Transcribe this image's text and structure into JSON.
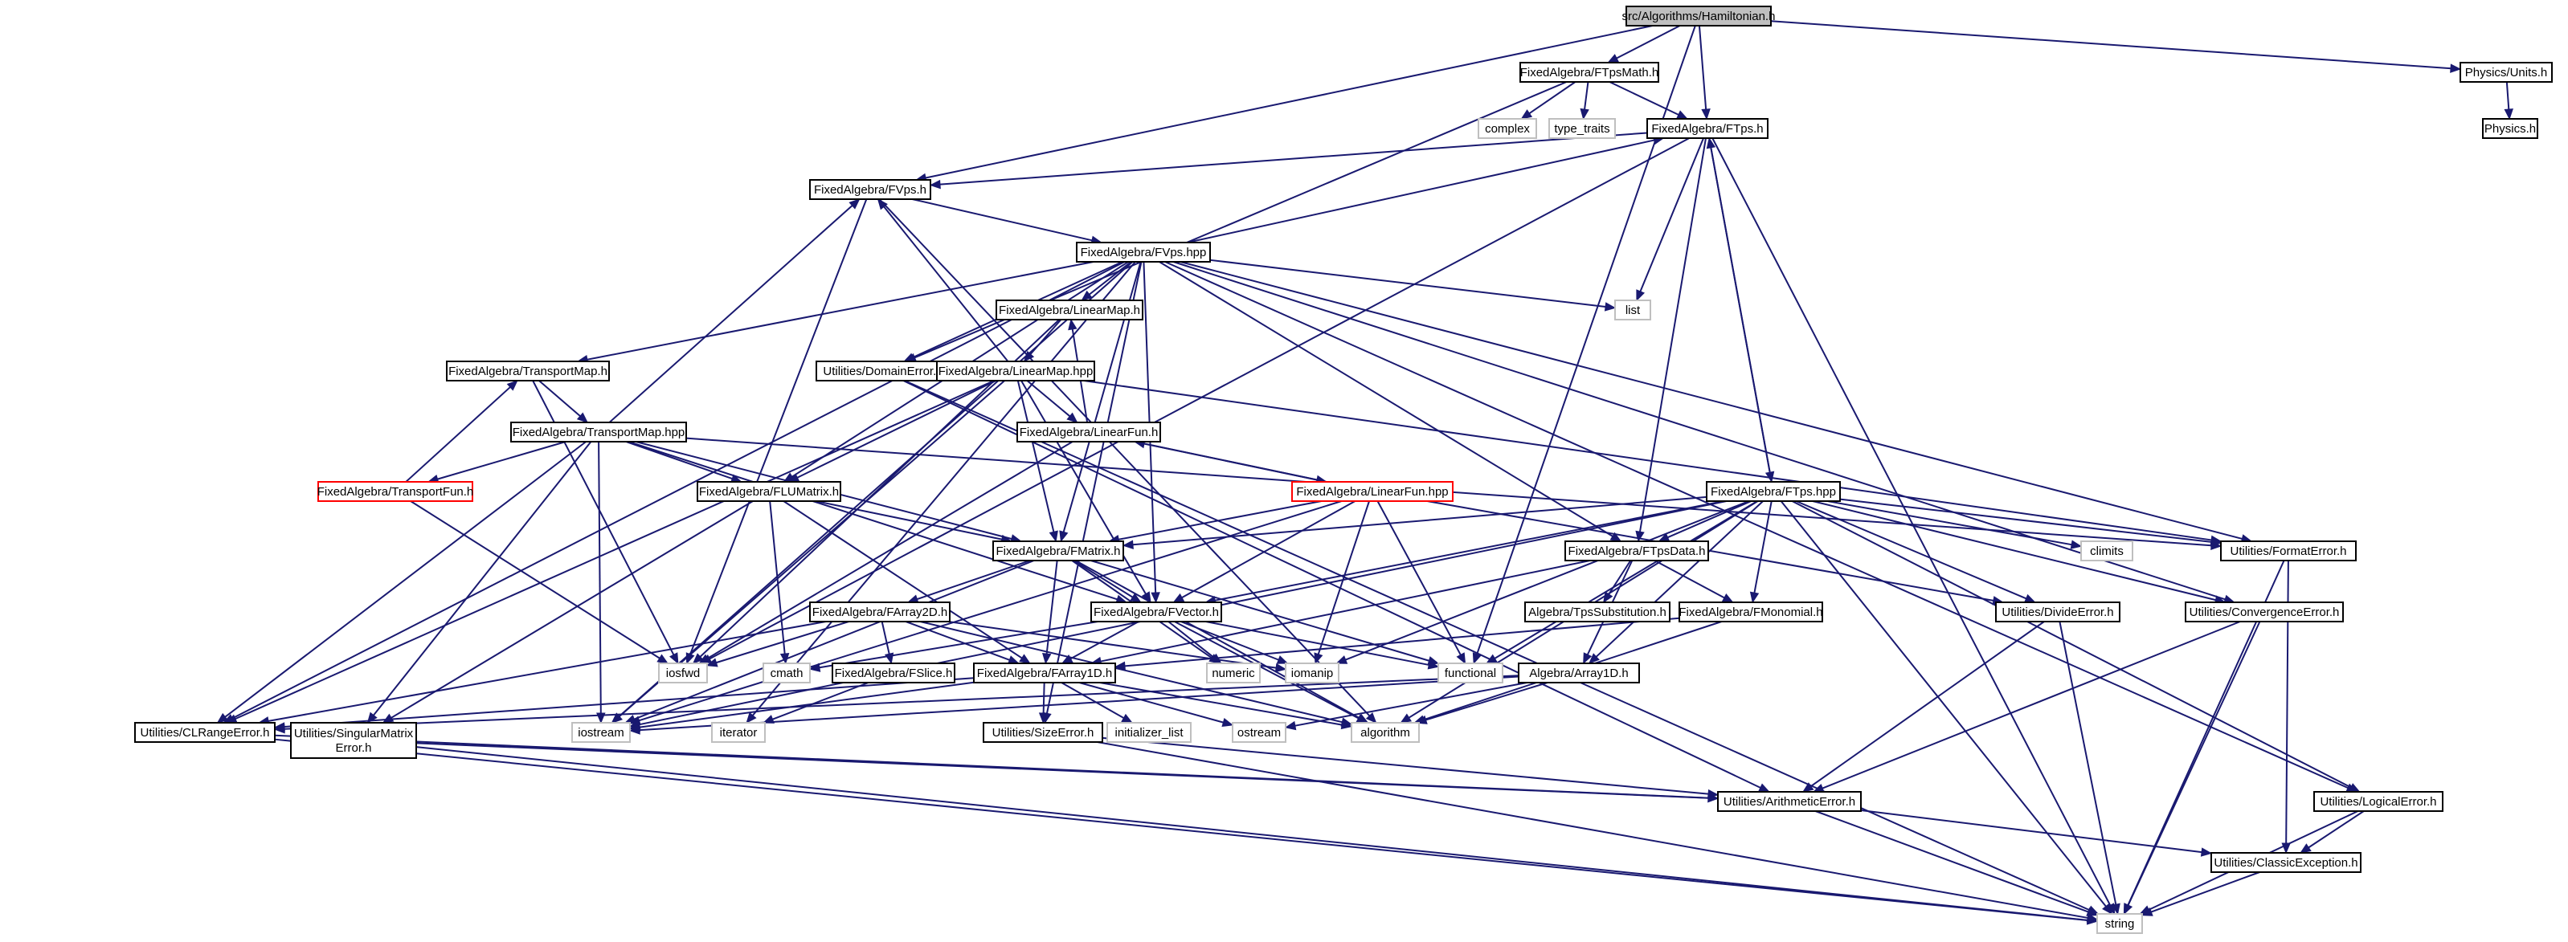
{
  "title": "",
  "colors": {
    "edge": "#191970",
    "node_border": "#000000",
    "node_border_external": "#bfbfbf",
    "node_border_truncated": "#ff0000",
    "root_fill": "#bfbfbf",
    "node_fill": "#ffffff",
    "text": "#000000"
  },
  "nodes": [
    {
      "id": "hamiltonian",
      "label": "src/Algorithms/Hamiltonian.h",
      "kind": "root"
    },
    {
      "id": "ftpsmath",
      "label": "FixedAlgebra/FTpsMath.h",
      "kind": "file"
    },
    {
      "id": "units",
      "label": "Physics/Units.h",
      "kind": "file"
    },
    {
      "id": "complex",
      "label": "complex",
      "kind": "external"
    },
    {
      "id": "type_traits",
      "label": "type_traits",
      "kind": "external"
    },
    {
      "id": "ftps_h",
      "label": "FixedAlgebra/FTps.h",
      "kind": "file"
    },
    {
      "id": "physics",
      "label": "Physics.h",
      "kind": "file"
    },
    {
      "id": "fvps_h",
      "label": "FixedAlgebra/FVps.h",
      "kind": "file"
    },
    {
      "id": "fvps_hpp",
      "label": "FixedAlgebra/FVps.hpp",
      "kind": "file"
    },
    {
      "id": "list",
      "label": "list",
      "kind": "external"
    },
    {
      "id": "linearmap_h",
      "label": "FixedAlgebra/LinearMap.h",
      "kind": "file"
    },
    {
      "id": "domainerror",
      "label": "Utilities/DomainError.h",
      "kind": "file"
    },
    {
      "id": "transportmap_h",
      "label": "FixedAlgebra/TransportMap.h",
      "kind": "file"
    },
    {
      "id": "linearmap_hpp",
      "label": "FixedAlgebra/LinearMap.hpp",
      "kind": "file"
    },
    {
      "id": "transportmap_hpp",
      "label": "FixedAlgebra/TransportMap.hpp",
      "kind": "file"
    },
    {
      "id": "linearfun_h",
      "label": "FixedAlgebra/LinearFun.h",
      "kind": "file"
    },
    {
      "id": "transportfun",
      "label": "FixedAlgebra/TransportFun.h",
      "kind": "truncated"
    },
    {
      "id": "flumatrix",
      "label": "FixedAlgebra/FLUMatrix.h",
      "kind": "file"
    },
    {
      "id": "linearfun_hpp",
      "label": "FixedAlgebra/LinearFun.hpp",
      "kind": "truncated"
    },
    {
      "id": "ftps_hpp",
      "label": "FixedAlgebra/FTps.hpp",
      "kind": "file"
    },
    {
      "id": "fmatrix",
      "label": "FixedAlgebra/FMatrix.h",
      "kind": "file"
    },
    {
      "id": "ftpsdata",
      "label": "FixedAlgebra/FTpsData.h",
      "kind": "file"
    },
    {
      "id": "climits",
      "label": "climits",
      "kind": "external"
    },
    {
      "id": "formaterror",
      "label": "Utilities/FormatError.h",
      "kind": "file"
    },
    {
      "id": "farray2d",
      "label": "FixedAlgebra/FArray2D.h",
      "kind": "file"
    },
    {
      "id": "fvector",
      "label": "FixedAlgebra/FVector.h",
      "kind": "file"
    },
    {
      "id": "tpssubst",
      "label": "Algebra/TpsSubstitution.h",
      "kind": "file"
    },
    {
      "id": "fmonomial",
      "label": "FixedAlgebra/FMonomial.h",
      "kind": "file"
    },
    {
      "id": "divideerror",
      "label": "Utilities/DivideError.h",
      "kind": "file"
    },
    {
      "id": "convergenceerror",
      "label": "Utilities/ConvergenceError.h",
      "kind": "file"
    },
    {
      "id": "iosfwd",
      "label": "iosfwd",
      "kind": "external"
    },
    {
      "id": "cmath",
      "label": "cmath",
      "kind": "external"
    },
    {
      "id": "fslice",
      "label": "FixedAlgebra/FSlice.h",
      "kind": "file"
    },
    {
      "id": "numeric",
      "label": "numeric",
      "kind": "external"
    },
    {
      "id": "iomanip",
      "label": "iomanip",
      "kind": "external"
    },
    {
      "id": "functional",
      "label": "functional",
      "kind": "external"
    },
    {
      "id": "array1d",
      "label": "Algebra/Array1D.h",
      "kind": "file"
    },
    {
      "id": "farray1d",
      "label": "FixedAlgebra/FArray1D.h",
      "kind": "file"
    },
    {
      "id": "iostream",
      "label": "iostream",
      "kind": "external"
    },
    {
      "id": "clrangeerror",
      "label": "Utilities/CLRangeError.h",
      "kind": "file"
    },
    {
      "id": "singularmatrix",
      "label": "Utilities/SingularMatrix\nError.h",
      "kind": "file"
    },
    {
      "id": "iterator",
      "label": "iterator",
      "kind": "external"
    },
    {
      "id": "sizeerror",
      "label": "Utilities/SizeError.h",
      "kind": "file"
    },
    {
      "id": "initializer_list",
      "label": "initializer_list",
      "kind": "external"
    },
    {
      "id": "ostream",
      "label": "ostream",
      "kind": "external"
    },
    {
      "id": "algorithm",
      "label": "algorithm",
      "kind": "external"
    },
    {
      "id": "arithmeticerror",
      "label": "Utilities/ArithmeticError.h",
      "kind": "file"
    },
    {
      "id": "logicalerror",
      "label": "Utilities/LogicalError.h",
      "kind": "file"
    },
    {
      "id": "classicexception",
      "label": "Utilities/ClassicException.h",
      "kind": "file"
    },
    {
      "id": "string",
      "label": "string",
      "kind": "external"
    }
  ],
  "edges": [
    [
      "hamiltonian",
      "ftpsmath"
    ],
    [
      "hamiltonian",
      "ftps_h"
    ],
    [
      "hamiltonian",
      "fvps_h"
    ],
    [
      "hamiltonian",
      "units"
    ],
    [
      "hamiltonian",
      "functional"
    ],
    [
      "ftpsmath",
      "complex"
    ],
    [
      "ftpsmath",
      "type_traits"
    ],
    [
      "ftpsmath",
      "ftps_h"
    ],
    [
      "ftpsmath",
      "domainerror"
    ],
    [
      "units",
      "physics"
    ],
    [
      "ftps_h",
      "fvps_h"
    ],
    [
      "ftps_h",
      "list"
    ],
    [
      "ftps_h",
      "iosfwd"
    ],
    [
      "ftps_h",
      "ftps_hpp"
    ],
    [
      "ftps_h",
      "ftpsdata"
    ],
    [
      "ftps_h",
      "string"
    ],
    [
      "fvps_h",
      "fvps_hpp"
    ],
    [
      "fvps_h",
      "iosfwd"
    ],
    [
      "fvps_h",
      "algorithm"
    ],
    [
      "fvps_hpp",
      "ftps_h"
    ],
    [
      "fvps_hpp",
      "list"
    ],
    [
      "fvps_hpp",
      "linearmap_h"
    ],
    [
      "fvps_hpp",
      "domainerror"
    ],
    [
      "fvps_hpp",
      "transportmap_h"
    ],
    [
      "fvps_hpp",
      "flumatrix"
    ],
    [
      "fvps_hpp",
      "fmatrix"
    ],
    [
      "fvps_hpp",
      "fvector"
    ],
    [
      "fvps_hpp",
      "ftpsdata"
    ],
    [
      "fvps_hpp",
      "formaterror"
    ],
    [
      "fvps_hpp",
      "convergenceerror"
    ],
    [
      "fvps_hpp",
      "logicalerror"
    ],
    [
      "fvps_hpp",
      "clrangeerror"
    ],
    [
      "fvps_hpp",
      "iostream"
    ],
    [
      "fvps_hpp",
      "sizeerror"
    ],
    [
      "fvps_hpp",
      "iterator"
    ],
    [
      "linearmap_h",
      "linearmap_hpp"
    ],
    [
      "linearmap_h",
      "iosfwd"
    ],
    [
      "linearmap_hpp",
      "fvps_h"
    ],
    [
      "linearmap_hpp",
      "linearfun_h"
    ],
    [
      "linearmap_hpp",
      "flumatrix"
    ],
    [
      "linearmap_hpp",
      "fmatrix"
    ],
    [
      "linearmap_hpp",
      "fvector"
    ],
    [
      "linearmap_hpp",
      "formaterror"
    ],
    [
      "linearmap_hpp",
      "clrangeerror"
    ],
    [
      "linearmap_hpp",
      "iostream"
    ],
    [
      "domainerror",
      "arithmeticerror"
    ],
    [
      "domainerror",
      "string"
    ],
    [
      "transportmap_h",
      "transportmap_hpp"
    ],
    [
      "transportmap_h",
      "iosfwd"
    ],
    [
      "transportmap_hpp",
      "fvps_h"
    ],
    [
      "transportmap_hpp",
      "transportfun"
    ],
    [
      "transportmap_hpp",
      "flumatrix"
    ],
    [
      "transportmap_hpp",
      "fmatrix"
    ],
    [
      "transportmap_hpp",
      "fvector"
    ],
    [
      "transportmap_hpp",
      "formaterror"
    ],
    [
      "transportmap_hpp",
      "clrangeerror"
    ],
    [
      "transportmap_hpp",
      "singularmatrix"
    ],
    [
      "transportmap_hpp",
      "iostream"
    ],
    [
      "transportfun",
      "transportmap_h"
    ],
    [
      "transportfun",
      "iosfwd"
    ],
    [
      "linearfun_h",
      "linearmap_h"
    ],
    [
      "linearfun_h",
      "linearfun_hpp"
    ],
    [
      "linearfun_h",
      "iosfwd"
    ],
    [
      "linearfun_hpp",
      "linearfun_h"
    ],
    [
      "linearfun_hpp",
      "fmatrix"
    ],
    [
      "linearfun_hpp",
      "fvector"
    ],
    [
      "linearfun_hpp",
      "divideerror"
    ],
    [
      "linearfun_hpp",
      "iomanip"
    ],
    [
      "linearfun_hpp",
      "functional"
    ],
    [
      "linearfun_hpp",
      "iostream"
    ],
    [
      "flumatrix",
      "fmatrix"
    ],
    [
      "flumatrix",
      "farray1d"
    ],
    [
      "flumatrix",
      "cmath"
    ],
    [
      "flumatrix",
      "singularmatrix"
    ],
    [
      "ftps_hpp",
      "ftps_h"
    ],
    [
      "ftps_hpp",
      "ftpsdata"
    ],
    [
      "ftps_hpp",
      "fmonomial"
    ],
    [
      "ftps_hpp",
      "fmatrix"
    ],
    [
      "ftps_hpp",
      "fvector"
    ],
    [
      "ftps_hpp",
      "array1d"
    ],
    [
      "ftps_hpp",
      "climits"
    ],
    [
      "ftps_hpp",
      "formaterror"
    ],
    [
      "ftps_hpp",
      "divideerror"
    ],
    [
      "ftps_hpp",
      "convergenceerror"
    ],
    [
      "ftps_hpp",
      "logicalerror"
    ],
    [
      "ftps_hpp",
      "iomanip"
    ],
    [
      "ftps_hpp",
      "functional"
    ],
    [
      "ftps_hpp",
      "algorithm"
    ],
    [
      "ftps_hpp",
      "string"
    ],
    [
      "ftps_hpp",
      "iostream"
    ],
    [
      "fmatrix",
      "farray2d"
    ],
    [
      "fmatrix",
      "fvector"
    ],
    [
      "fmatrix",
      "farray1d"
    ],
    [
      "fmatrix",
      "numeric"
    ],
    [
      "fmatrix",
      "algorithm"
    ],
    [
      "fmatrix",
      "functional"
    ],
    [
      "fmatrix",
      "iostream"
    ],
    [
      "ftpsdata",
      "tpssubst"
    ],
    [
      "ftpsdata",
      "fmonomial"
    ],
    [
      "ftpsdata",
      "array1d"
    ],
    [
      "ftpsdata",
      "farray1d"
    ],
    [
      "formaterror",
      "classicexception"
    ],
    [
      "formaterror",
      "string"
    ],
    [
      "farray2d",
      "fslice"
    ],
    [
      "farray2d",
      "farray1d"
    ],
    [
      "farray2d",
      "iomanip"
    ],
    [
      "farray2d",
      "iosfwd"
    ],
    [
      "farray2d",
      "clrangeerror"
    ],
    [
      "farray2d",
      "algorithm"
    ],
    [
      "fvector",
      "farray1d"
    ],
    [
      "fvector",
      "numeric"
    ],
    [
      "fvector",
      "iomanip"
    ],
    [
      "fvector",
      "algorithm"
    ],
    [
      "fvector",
      "functional"
    ],
    [
      "fvector",
      "cmath"
    ],
    [
      "fmonomial",
      "farray1d"
    ],
    [
      "fmonomial",
      "algorithm"
    ],
    [
      "divideerror",
      "arithmeticerror"
    ],
    [
      "divideerror",
      "string"
    ],
    [
      "convergenceerror",
      "arithmeticerror"
    ],
    [
      "convergenceerror",
      "string"
    ],
    [
      "fslice",
      "iterator"
    ],
    [
      "array1d",
      "iostream"
    ],
    [
      "array1d",
      "ostream"
    ],
    [
      "array1d",
      "algorithm"
    ],
    [
      "array1d",
      "clrangeerror"
    ],
    [
      "farray1d",
      "clrangeerror"
    ],
    [
      "farray1d",
      "sizeerror"
    ],
    [
      "farray1d",
      "initializer_list"
    ],
    [
      "farray1d",
      "ostream"
    ],
    [
      "farray1d",
      "algorithm"
    ],
    [
      "farray1d",
      "iostream"
    ],
    [
      "clrangeerror",
      "arithmeticerror"
    ],
    [
      "clrangeerror",
      "string"
    ],
    [
      "singularmatrix",
      "arithmeticerror"
    ],
    [
      "singularmatrix",
      "string"
    ],
    [
      "sizeerror",
      "arithmeticerror"
    ],
    [
      "sizeerror",
      "string"
    ],
    [
      "arithmeticerror",
      "classicexception"
    ],
    [
      "arithmeticerror",
      "string"
    ],
    [
      "logicalerror",
      "classicexception"
    ],
    [
      "logicalerror",
      "string"
    ],
    [
      "classicexception",
      "string"
    ]
  ]
}
